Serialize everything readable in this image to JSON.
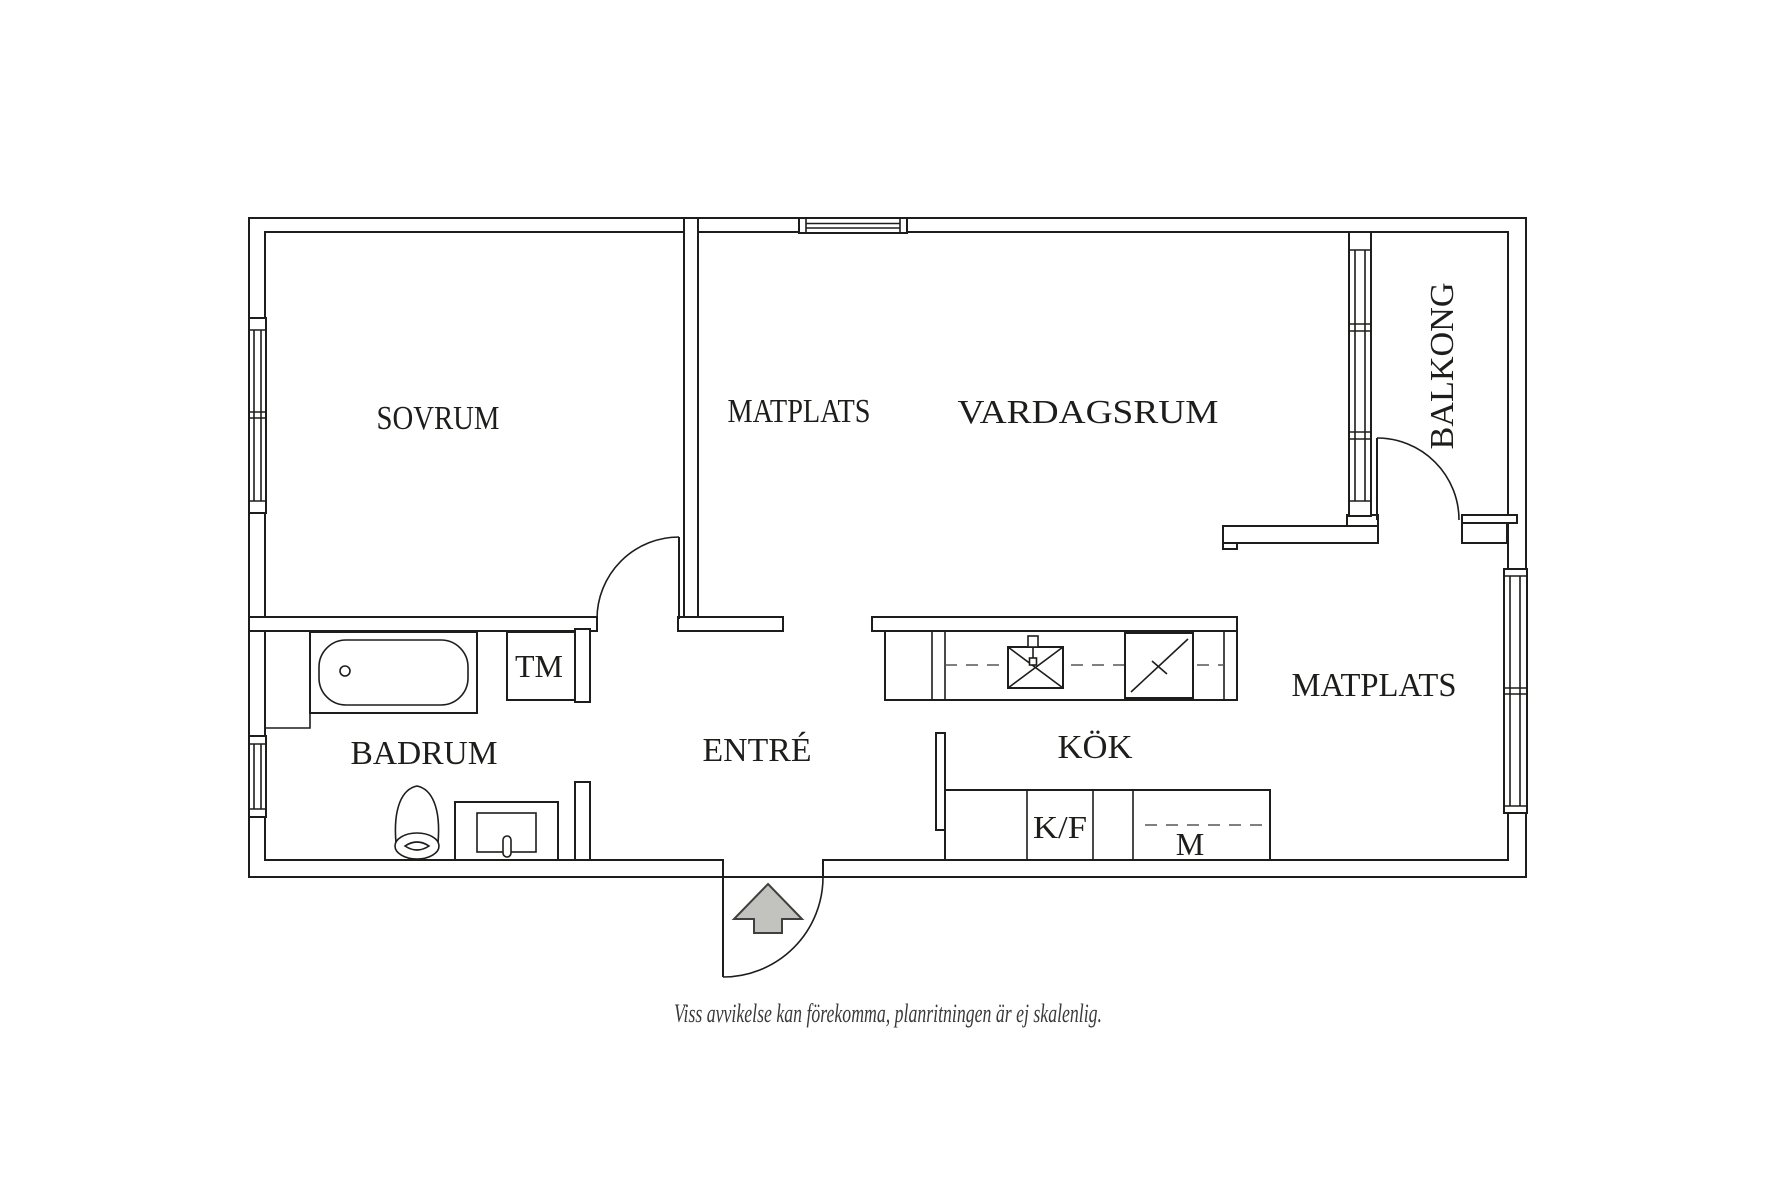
{
  "floorplan": {
    "rooms": {
      "sovrum": "SOVRUM",
      "matplats_upper": "MATPLATS",
      "vardagsrum": "VARDAGSRUM",
      "balkong": "BALKONG",
      "badrum": "BADRUM",
      "entre": "ENTRÉ",
      "kok": "KÖK",
      "matplats_right": "MATPLATS"
    },
    "appliances": {
      "washing_machine": "TM",
      "fridge_freezer": "K/F",
      "micro": "M"
    },
    "caption": "Viss avvikelse kan förekomma, planritningen är ej skalenlig.",
    "colors": {
      "line": "#1d1d1b",
      "background": "#ffffff",
      "arrow_fill": "#c2c3bf",
      "arrow_stroke": "#3f3f3f",
      "caption_color": "#3a3a3a"
    }
  }
}
